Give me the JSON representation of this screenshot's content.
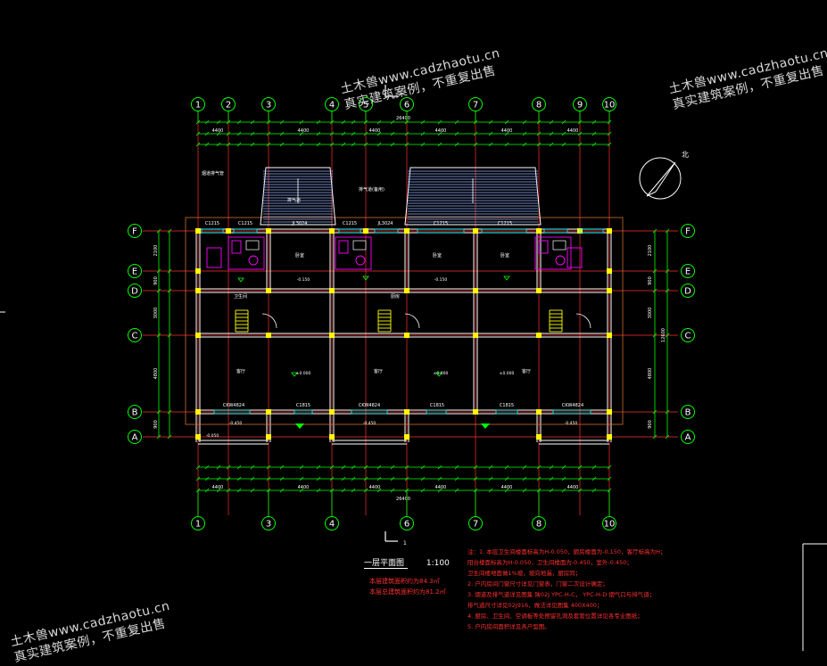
{
  "watermarks": [
    {
      "line1": "土木兽www.cadzhaotu.cn",
      "line2": "真实建筑案例，不重复出售"
    },
    {
      "line1": "土木兽www.cadzhaotu.cn",
      "line2": "真实建筑案例，不重复出售"
    },
    {
      "line1": "土木兽www.cadzhaotu.cn",
      "line2": "真实建筑案例，不重复出售"
    }
  ],
  "grid_top": [
    "1",
    "2",
    "3",
    "4",
    "5",
    "6",
    "7",
    "8",
    "9",
    "10"
  ],
  "grid_bottom": [
    "1",
    "3",
    "4",
    "6",
    "7",
    "8",
    "10"
  ],
  "grid_rows": [
    "F",
    "E",
    "D",
    "C",
    "B",
    "A"
  ],
  "section_mark": "1",
  "north_label": "北",
  "dims": {
    "top_total": "26400",
    "top_mid": [
      "4400",
      "4400",
      "4400",
      "4400",
      "4400",
      "4400"
    ],
    "bottom_total": "26400",
    "bottom_mid": [
      "4400",
      "4400",
      "4400",
      "4400",
      "4400",
      "4400"
    ],
    "right_total": "12600",
    "right_parts": [
      "2100",
      "900",
      "3000",
      "4800",
      "900"
    ],
    "left_parts": [
      "2100",
      "900",
      "3000",
      "4800",
      "900"
    ]
  },
  "plan_labels": {
    "windows_top": [
      "C1215",
      "C1215",
      "JL3024",
      "C1215",
      "JL3024",
      "C1215",
      "C1215"
    ],
    "windows_bottom": [
      "CKW4824",
      "C1815",
      "CKW4824",
      "C1815",
      "C1815",
      "CKW4824"
    ],
    "elevations": [
      "-0.050",
      "±0.000",
      "-0.150",
      "±0.000",
      "-0.150",
      "±0.000",
      "-0.450",
      "-0.450",
      "-0.450"
    ],
    "room_names": [
      "客厅",
      "客厅",
      "客厅",
      "卧室",
      "卧室",
      "卧室"
    ],
    "annotations": [
      "烟道排气管",
      "排气道(备用)",
      "排气道",
      "卫生间",
      "厨房"
    ]
  },
  "title": {
    "name": "一层平面图",
    "scale": "1:100"
  },
  "area_notes": [
    "本层建筑面积约为84.3㎡",
    "本层总建筑面积约为81.2㎡"
  ],
  "notes": [
    "注：1. 本层卫生间楼面标高为H-0.050，厨房楼面为-0.150，客厅标高为H；",
    "      阳台楼面标高为H-0.050，卫生间楼面为-0.450，室外-0.450；",
    "      卫生间楼地面做1%坡，坡向地漏，厨房同；",
    "   2. 户内房间门窗尺寸详见门窗表，门窗二次设计确定；",
    "   3. 烟道及排气道详见图集 陕02J  YPC-H-C， YPC-H-D   烟气口与排气道；",
    "      排气道尺寸详见02J916，做法详见图集    400X400；",
    "   4. 厨房、卫生间、空调板等处预留孔洞及套管位置详见各专业图纸；",
    "   5. 户内房间面积详见各户型图。"
  ],
  "colors": {
    "background": "#000000",
    "axis_lines": "#ff3030",
    "walls": "#ffffff",
    "dimensions": "#00ff00",
    "columns": "#ffff00",
    "fixtures": "#ff00ff",
    "windows": "#00ffff",
    "hatch": "#8fb0ff",
    "notes": "#ff3030"
  }
}
